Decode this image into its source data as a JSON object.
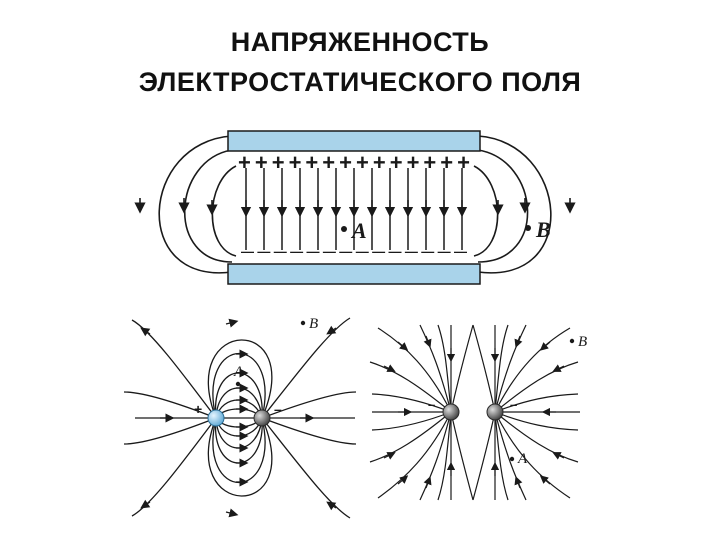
{
  "title": {
    "line1": "НАПРЯЖЕННОСТЬ",
    "line2": "ЭЛЕКТРОСТАТИЧЕСКОГО ПОЛЯ"
  },
  "capacitor": {
    "plus_signs": "++++++++++++++",
    "minus_signs": "— — — — — — — — — — — — — —",
    "point_a": "A",
    "point_b": "B"
  },
  "dipole": {
    "point_a": "A",
    "point_b": "B",
    "plus": "+",
    "minus": "–"
  },
  "like_charges": {
    "point_a": "A",
    "point_b": "B",
    "minus_left": "–",
    "minus_right": "–"
  },
  "colors": {
    "plate": "#a9d3ea",
    "line": "#1a1a1a",
    "positive_charge": "#9fd1ee",
    "negative_charge": "#6f6f6f"
  }
}
